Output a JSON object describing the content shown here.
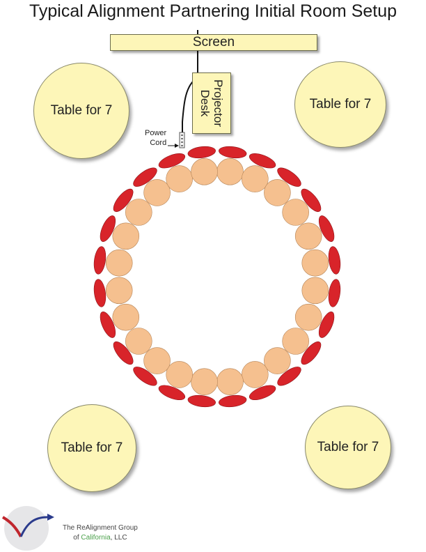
{
  "title": "Typical Alignment Partnering Initial Room Setup",
  "screen_label": "Screen",
  "projector_desk_label": "Projector\nDesk",
  "power_cord_label": "Power\nCord",
  "tables": [
    {
      "label": "Table for 7"
    },
    {
      "label": "Table for 7"
    },
    {
      "label": "Table for 7"
    },
    {
      "label": "Table for 7"
    }
  ],
  "circle_seat_count": 24,
  "colors": {
    "table_fill": "#fdf6b8",
    "person_fill": "#f5c08f",
    "chair_fill": "#d8242a",
    "logo_blue": "#2b3b8c",
    "logo_red": "#c0262d",
    "logo_green": "#4aa04a"
  },
  "logo": {
    "line1": "The ReAlignment Group",
    "line2_prefix": "of ",
    "line2_state": "California",
    "line2_suffix": ", LLC"
  }
}
